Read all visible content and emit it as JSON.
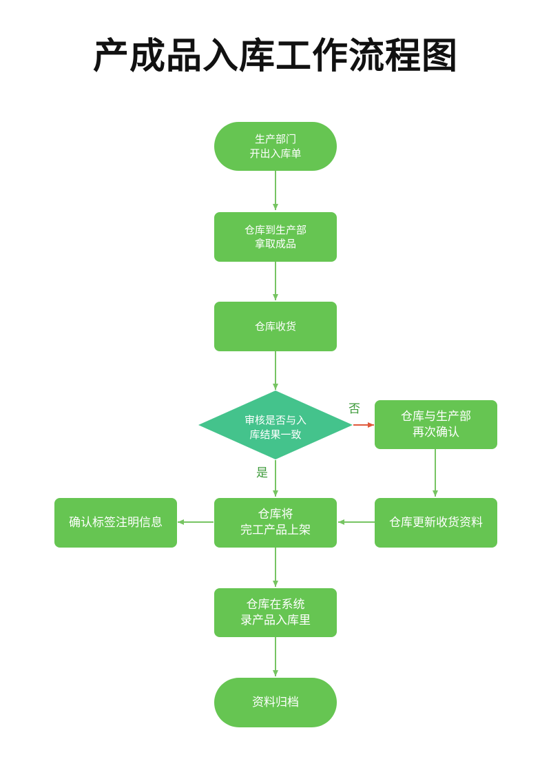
{
  "title": "产成品入库工作流程图",
  "colors": {
    "node_fill": "#66c552",
    "decision_fill": "#44c38c",
    "edge_color": "#76c462",
    "no_edge_color": "#e0583a",
    "label_color": "#3c9a39"
  },
  "nodes": {
    "start": {
      "line1": "生产部门",
      "line2": "开出入库单"
    },
    "fetch": {
      "line1": "仓库到生产部",
      "line2": "拿取成品"
    },
    "receive": {
      "line1": "仓库收货"
    },
    "decision": {
      "line1": "审核是否与入",
      "line2": "库结果一致"
    },
    "reconfirm": {
      "line1": "仓库与生产部",
      "line2": "再次确认"
    },
    "update": {
      "line1": "仓库更新收货资料"
    },
    "shelve": {
      "line1": "仓库将",
      "line2": "完工产品上架"
    },
    "label_info": {
      "line1": "确认标签注明信息"
    },
    "record": {
      "line1": "仓库在系统",
      "line2": "录产品入库里"
    },
    "archive": {
      "line1": "资料归档"
    }
  },
  "edge_labels": {
    "no": "否",
    "yes": "是"
  }
}
